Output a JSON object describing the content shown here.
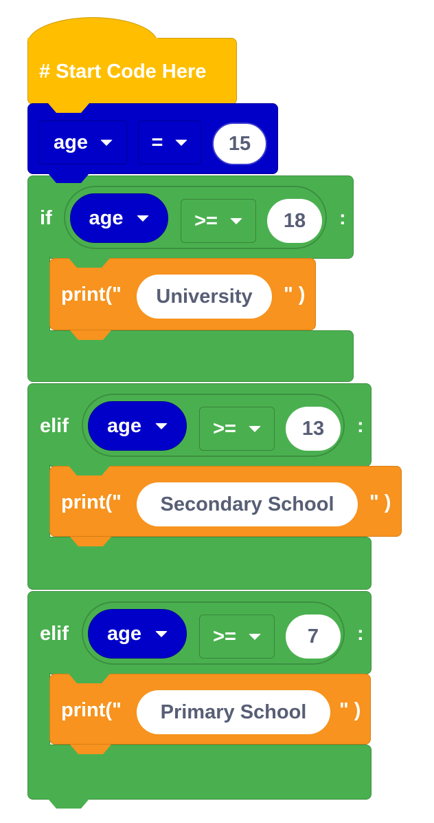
{
  "hat_block": {
    "label": "# Start Code Here"
  },
  "assign_block": {
    "variable": "age",
    "operator": "=",
    "value": "15"
  },
  "if_blocks": [
    {
      "keyword": "if",
      "variable": "age",
      "operator": ">=",
      "value": "18",
      "colon": ":",
      "print_open": "print(\"",
      "print_text": "University",
      "print_close": "\" )"
    },
    {
      "keyword": "elif",
      "variable": "age",
      "operator": ">=",
      "value": "13",
      "colon": ":",
      "print_open": "print(\"",
      "print_text": "Secondary School",
      "print_close": "\" )"
    },
    {
      "keyword": "elif",
      "variable": "age",
      "operator": ">=",
      "value": "7",
      "colon": ":",
      "print_open": "print(\"",
      "print_text": "Primary School",
      "print_close": "\" )"
    }
  ],
  "colors": {
    "hat": "#FFBF00",
    "variable": "#0000C8",
    "control": "#4AB04F",
    "print": "#F7931E",
    "value_text": "#575E75"
  }
}
